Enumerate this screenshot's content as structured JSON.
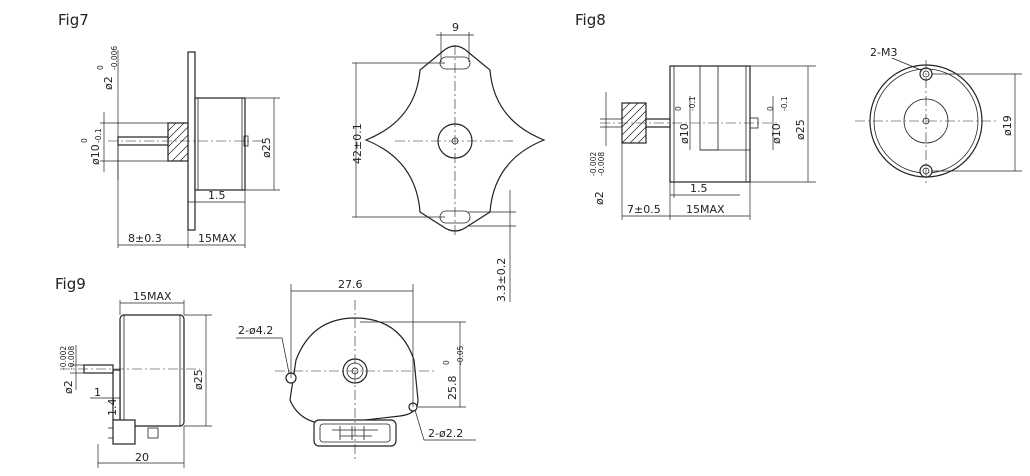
{
  "figures": {
    "fig7": {
      "title": "Fig7",
      "labels": {
        "shaft_dia": "ø2",
        "shaft_tol_upper": "0",
        "shaft_tol_lower": "-0.006",
        "boss_dia": "ø10",
        "boss_tol_upper": "0",
        "boss_tol_lower": "-0.1",
        "body_dia": "ø25",
        "flange_gap": "1.5",
        "shaft_len": "8±0.3",
        "body_len": "15MAX",
        "slot_width": "9",
        "hole_pitch": "42±0.1",
        "flange_thk": "3.3±0.2"
      }
    },
    "fig8": {
      "title": "Fig8",
      "labels": {
        "mount_holes": "2-M3",
        "boss_dia": "ø10",
        "boss_tol_upper": "0",
        "boss_tol_lower": "-0.1",
        "boss_dia_rear": "ø10",
        "boss_rear_tol_upper": "0",
        "boss_rear_tol_lower": "-0.1",
        "body_dia": "ø25",
        "shaft_dia": "ø2",
        "shaft_tol_upper": "-0.002",
        "shaft_tol_lower": "-0.008",
        "flange_gap": "1.5",
        "shaft_len": "7±0.5",
        "body_len": "15MAX",
        "hole_circle": "ø19"
      }
    },
    "fig9": {
      "title": "Fig9",
      "labels": {
        "body_len": "15MAX",
        "shaft_dia": "ø2",
        "shaft_tol_upper": "-0.002",
        "shaft_tol_lower": "-0.008",
        "body_dia": "ø25",
        "flange_thk": "1",
        "gap": "1.4",
        "total_len": "20",
        "hole_pitch": "27.6",
        "holes_large": "2-ø4.2",
        "holes_small": "2-ø2.2",
        "height": "25.8",
        "height_tol_upper": "0",
        "height_tol_lower": "-0.05"
      }
    }
  }
}
